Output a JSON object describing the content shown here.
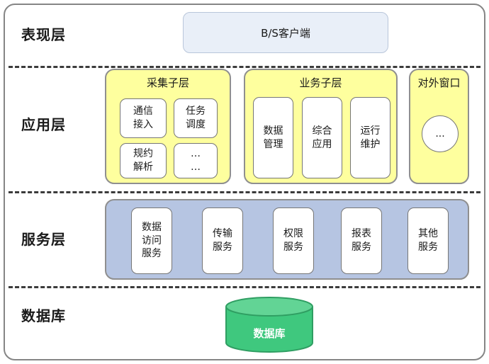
{
  "diagram": {
    "presentation": {
      "label": "表现层",
      "client": "B/S客户端"
    },
    "application": {
      "label": "应用层",
      "collection": {
        "title": "采集子层",
        "comm": "通信\n接入",
        "task": "任务\n调度",
        "protocol": "规约\n解析",
        "more": "…\n…"
      },
      "business": {
        "title": "业务子层",
        "data_mgmt": "数据\n管理",
        "integrated_app": "综合\n应用",
        "ops_maint": "运行\n维护"
      },
      "external": {
        "title": "对外窗口",
        "more": "..."
      }
    },
    "service": {
      "label": "服务层",
      "items": [
        "数据\n访问\n服务",
        "传输\n服务",
        "权限\n服务",
        "报表\n服务",
        "其他\n服务"
      ]
    },
    "database": {
      "label": "数据库",
      "cylinder": "数据库"
    }
  },
  "colors": {
    "group_yellow": "#feff9e",
    "service_blue": "#b6c5e2",
    "client_blue": "#e9eff8",
    "cylinder_green": "#3fc87e",
    "cylinder_green_top": "#62d495",
    "cylinder_green_dark": "#2f9e62",
    "outer_border_gray": "#858585",
    "divider_dark": "#3b3b3b"
  }
}
